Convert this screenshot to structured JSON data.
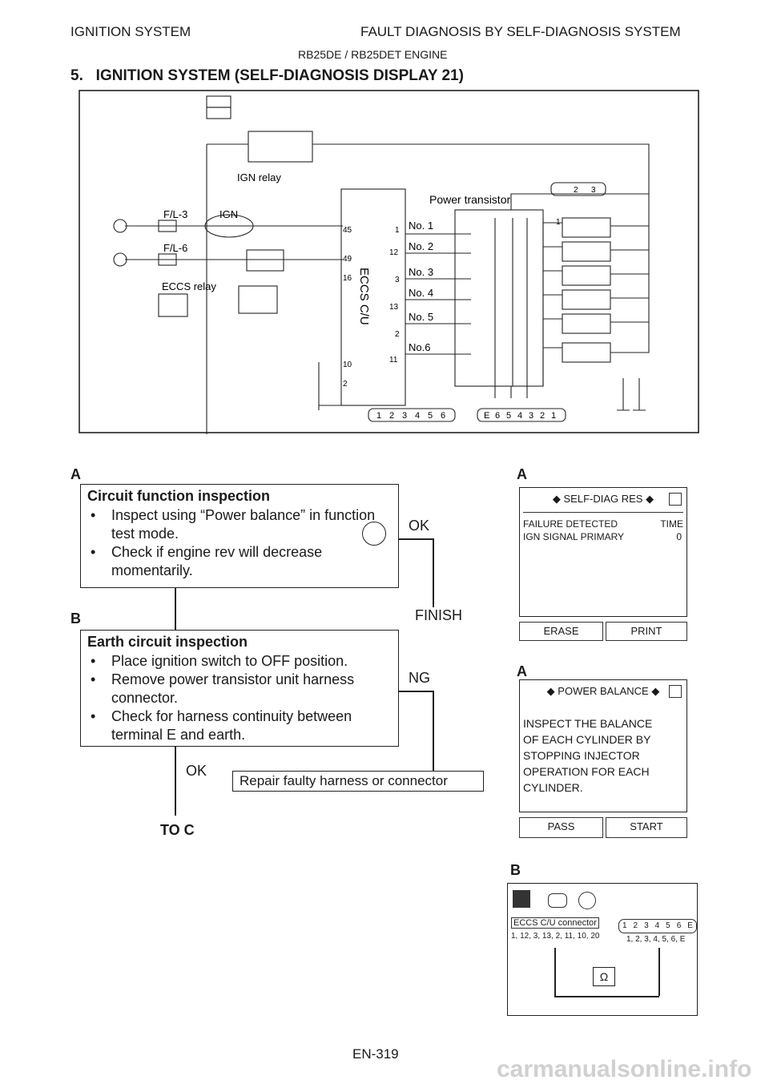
{
  "header": {
    "left": "IGNITION SYSTEM",
    "right": "FAULT DIAGNOSIS BY SELF-DIAGNOSIS SYSTEM",
    "sub": "RB25DE / RB25DET ENGINE"
  },
  "section_title": "5.   IGNITION SYSTEM (SELF-DIAGNOSIS DISPLAY 21)",
  "diagram": {
    "ign_relay": "IGN relay",
    "ign": "IGN",
    "fl3": "F/L-3",
    "fl6": "F/L-6",
    "eccs_relay": "ECCS relay",
    "power_transistor": "Power transistor",
    "eccs_cu": "ECCS C/U",
    "cylinders": [
      "No. 1",
      "No. 2",
      "No. 3",
      "No. 4",
      "No. 5",
      "No.6"
    ],
    "terminals_left": [
      "1",
      "12",
      "3",
      "13",
      "2",
      "11"
    ],
    "cu_pins": [
      "45",
      "49",
      "16",
      "10",
      "2"
    ],
    "pt_pins": [
      "1",
      "2",
      "3",
      "4",
      "5",
      "6",
      "E"
    ],
    "connector_top": [
      "1",
      "2",
      "3"
    ],
    "connector_left": [
      "1",
      "2",
      "3",
      "4",
      "5",
      "6"
    ],
    "connector_right": [
      "E",
      "6",
      "5",
      "4",
      "3",
      "2",
      "1"
    ]
  },
  "step_a": {
    "label": "A",
    "title": "Circuit function inspection",
    "bullets": [
      "Inspect using “Power balance” in function test mode.",
      "Check if engine rev will decrease momentarily."
    ],
    "ok": "OK",
    "finish": "FINISH"
  },
  "step_b": {
    "label": "B",
    "title": "Earth circuit inspection",
    "bullets": [
      "Place ignition switch to OFF position.",
      "Remove power transistor unit harness connector.",
      "Check for harness continuity between terminal E and earth."
    ],
    "ng": "NG",
    "ok": "OK",
    "repair": "Repair faulty harness or connector",
    "to_c": "TO C"
  },
  "screen_self_diag": {
    "label": "A",
    "title": "SELF-DIAG RES",
    "col1": "FAILURE DETECTED",
    "col2": "TIME",
    "row1": "IGN SIGNAL PRIMARY",
    "row1_val": "0",
    "btn1": "ERASE",
    "btn2": "PRINT"
  },
  "screen_power_balance": {
    "label": "A",
    "title": "POWER BALANCE",
    "text": [
      "INSPECT THE BALANCE",
      "OF EACH CYLINDER BY",
      "STOPPING INJECTOR",
      "OPERATION FOR EACH",
      "CYLINDER."
    ],
    "btn1": "PASS",
    "btn2": "START"
  },
  "continuity": {
    "label": "B",
    "eccs_connector": "ECCS C/U connector",
    "eccs_terminals": "1, 12, 3, 13, 2, 11, 10, 20",
    "pt_terminals": "1, 2, 3, 4, 5, 6, E",
    "ohm": "Ω",
    "conn_cells": [
      "1",
      "2",
      "3",
      "4",
      "5",
      "6",
      "E"
    ]
  },
  "footer": {
    "page": "EN-319",
    "watermark": "carmanualsonline.info"
  }
}
